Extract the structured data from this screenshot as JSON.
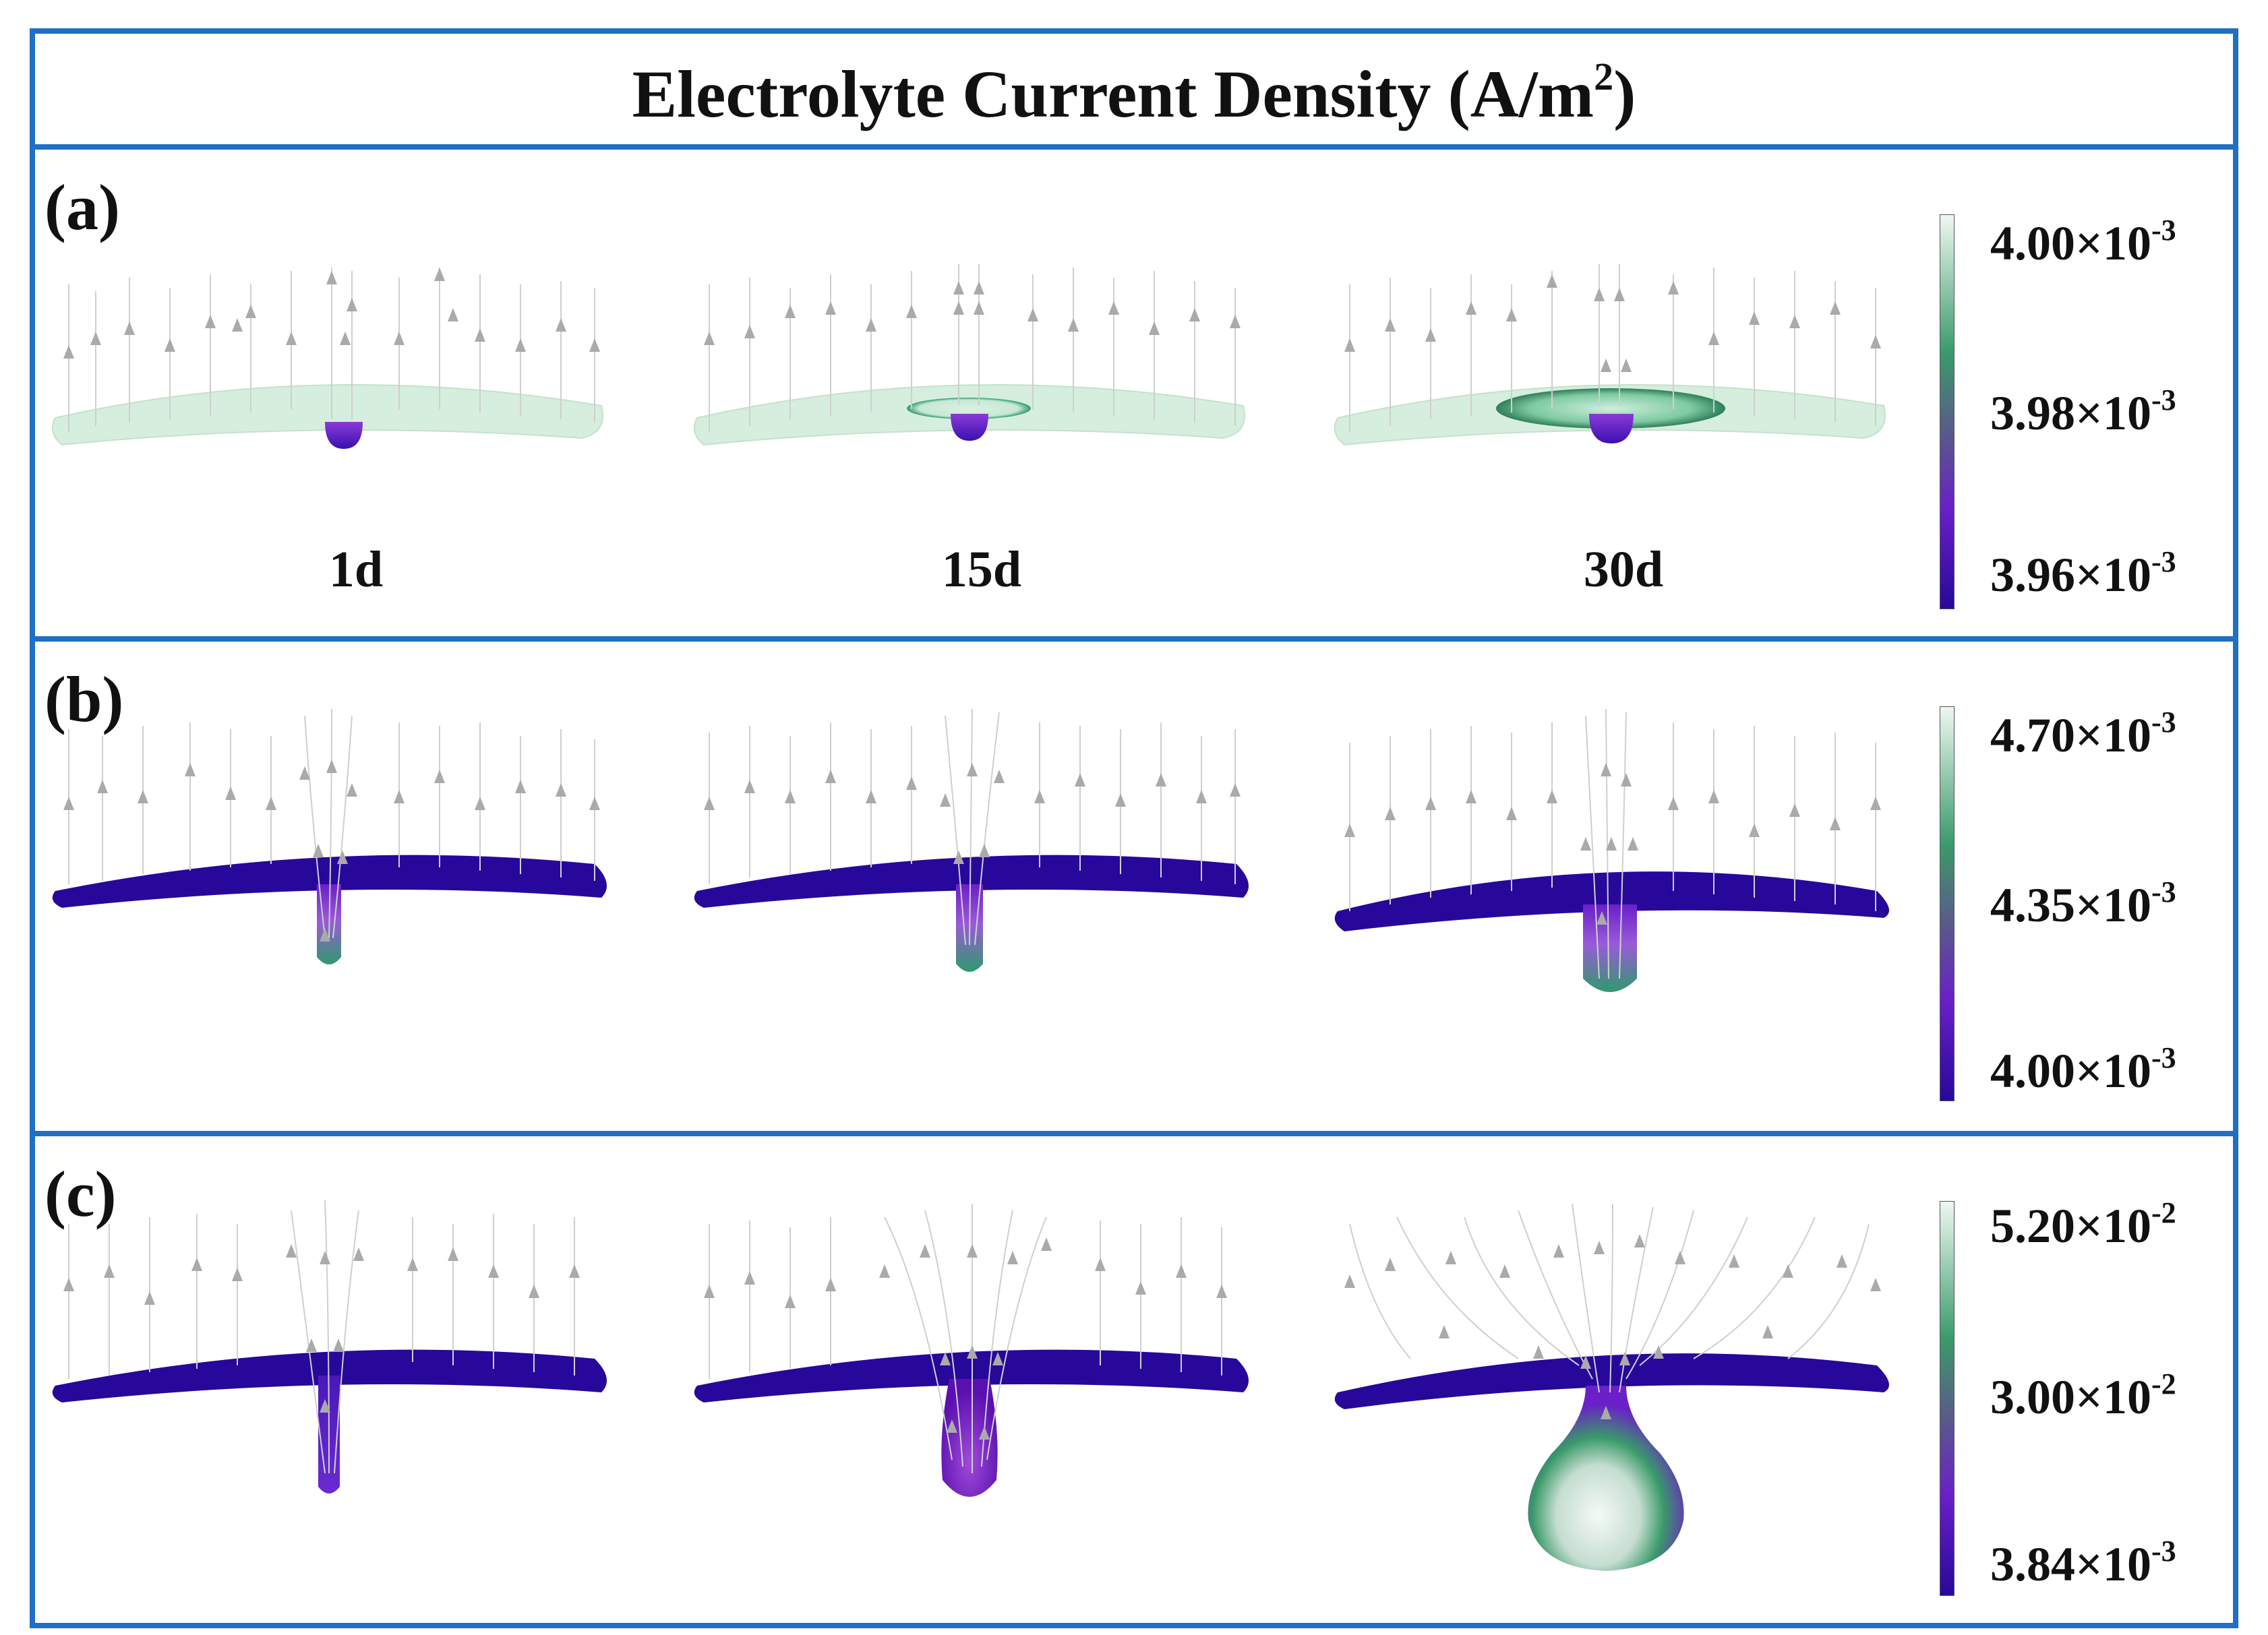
{
  "title": {
    "text": "Electrolyte Current Density (A/m",
    "sup": "2",
    "close": ")"
  },
  "time_labels": [
    "1d",
    "15d",
    "30d"
  ],
  "panels": [
    {
      "label": "(a)",
      "colorbar": [
        {
          "mant": "4.00×10",
          "exp": "-3"
        },
        {
          "mant": "3.98×10",
          "exp": "-3"
        },
        {
          "mant": "3.96×10",
          "exp": "-3"
        }
      ]
    },
    {
      "label": "(b)",
      "colorbar": [
        {
          "mant": "4.70×10",
          "exp": "-3"
        },
        {
          "mant": "4.35×10",
          "exp": "-3"
        },
        {
          "mant": "4.00×10",
          "exp": "-3"
        }
      ]
    },
    {
      "label": "(c)",
      "colorbar": [
        {
          "mant": "5.20×10",
          "exp": "-2"
        },
        {
          "mant": "3.00×10",
          "exp": "-2"
        },
        {
          "mant": "3.84×10",
          "exp": "-3"
        }
      ]
    }
  ],
  "colors": {
    "frame": "#1f6fc4",
    "high": "#eaf7ee",
    "mid": "#3a9a6a",
    "purple": "#6a1fc8",
    "low": "#27089a",
    "arrow": "#b0b0b0"
  }
}
